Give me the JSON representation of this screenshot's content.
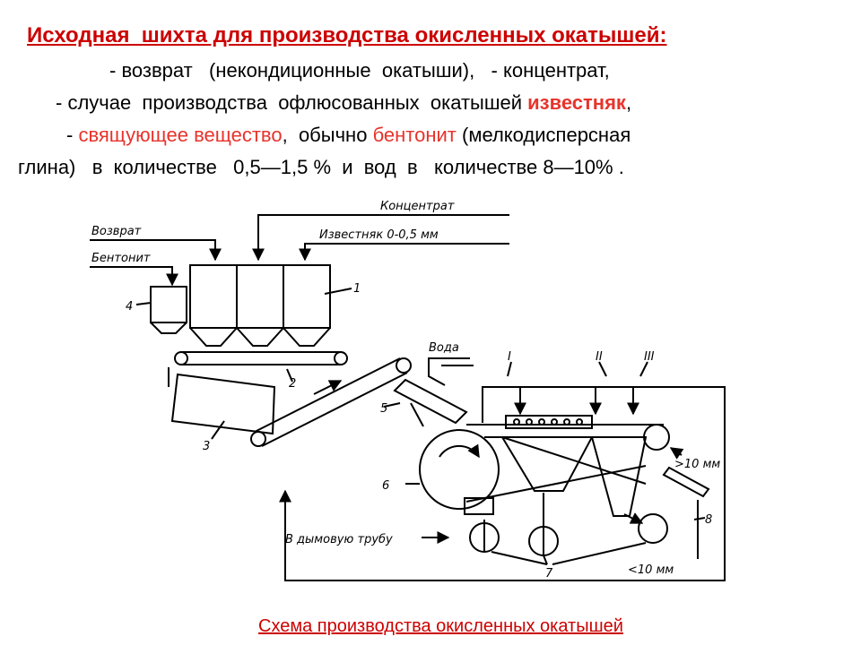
{
  "heading": "Исходная  шихта для производства окисленных окатышей:",
  "line1": "- возврат   (некондиционные  окатыши),   - концентрат,",
  "line2": {
    "prefix": "- случае  производства  офлюсованных  окатышей ",
    "highlight": "известняк",
    "suffix": ","
  },
  "line3": {
    "prefix": "- ",
    "highlight1": "свящующее вещество",
    "mid": ",  обычно ",
    "highlight2": "бентонит",
    "suffix": " (мелкодисперсная"
  },
  "line4": "глина)   в  количестве   0,5—1,5 %  и  вод  в   количестве 8—10% .",
  "diagram": {
    "input_concentrate": "Концентрат",
    "input_return": "Возврат",
    "input_limestone": "Известняк  0-0,5 мм",
    "input_bentonite": "Бентонит",
    "input_water": "Вода",
    "to_chimney": "В дымовую трубу",
    "size_over": ">10 мм",
    "size_under": "<10 мм",
    "num_1": "1",
    "num_2": "2",
    "num_3": "3",
    "num_4": "4",
    "num_5": "5",
    "num_6": "6",
    "num_7": "7",
    "num_8": "8",
    "zone_I": "I",
    "zone_II": "II",
    "zone_III": "III"
  },
  "caption": "Схема производства окисленных окатышей"
}
